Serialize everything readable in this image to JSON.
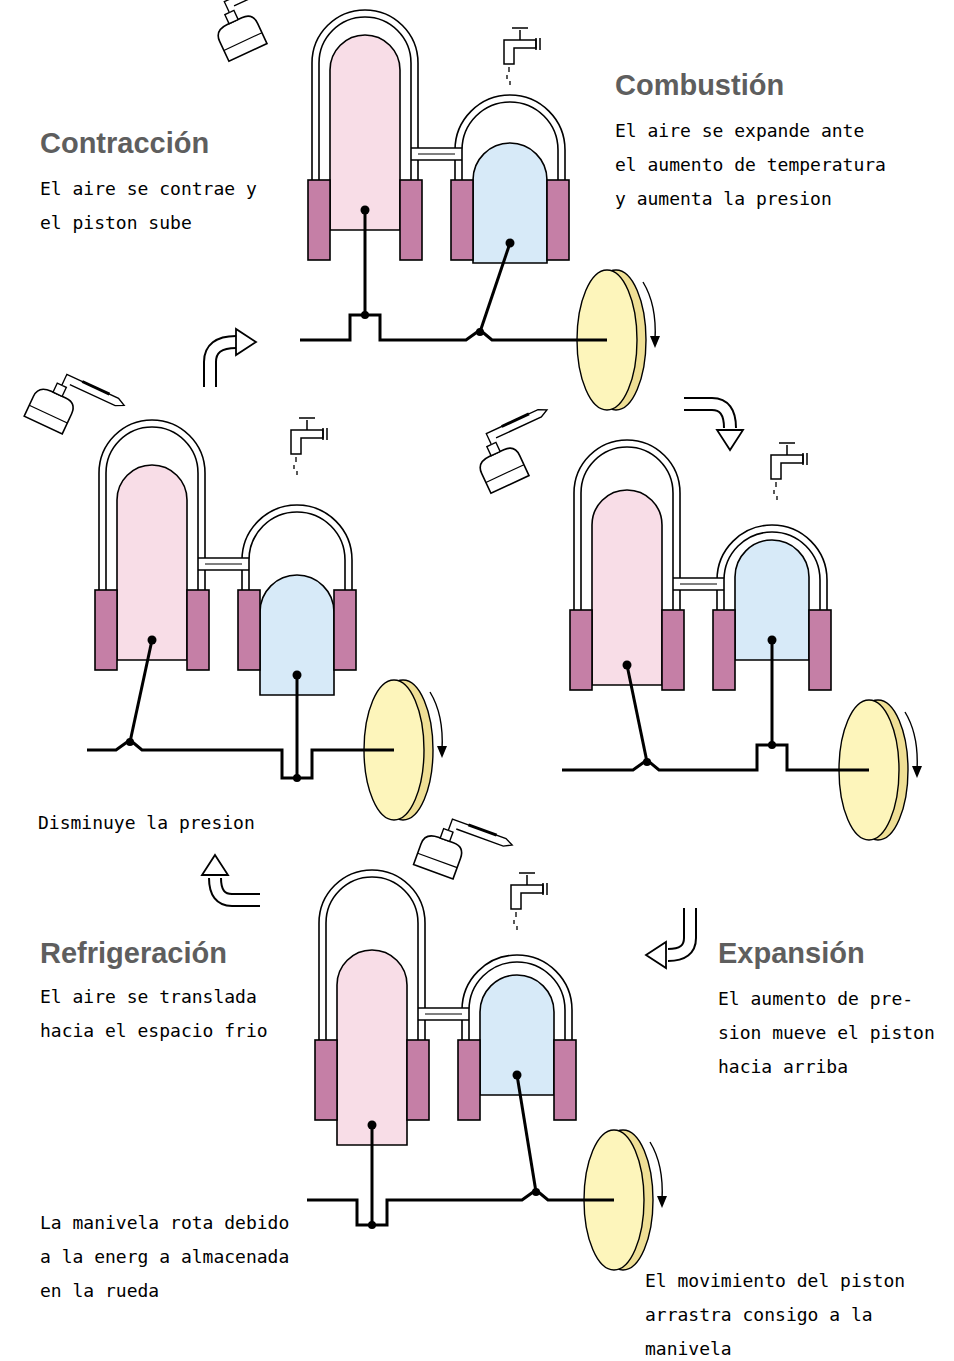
{
  "diagram": {
    "labels": [
      "Contracción",
      "El aire se contrae y el piston sube",
      "Combustión",
      "El aire se expande ante el aumento de temperatura y aumenta la presion",
      "Disminuye la presion",
      "Refrigeración",
      "El aire se translada hacia el espacio frio",
      "Expansión",
      "El aumento de pre- sion mueve el piston hacia arriba",
      "La manivela rota debido a la energ a almacenada en la rueda",
      "El movimiento del piston arrastra consigo a la manivela"
    ]
  }
}
